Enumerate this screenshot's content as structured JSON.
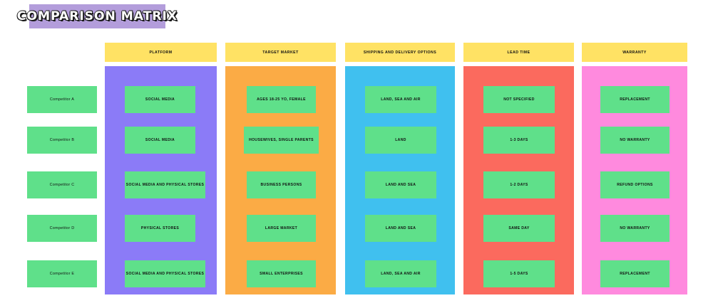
{
  "title": {
    "label": "COMPARISON MATRIX"
  },
  "colors": {
    "title_block": "#b39ddb",
    "header": "#ffe264",
    "cell": "#5fe08a",
    "column_platform": "#8b7bf7",
    "column_target_market": "#fbab45",
    "column_shipping": "#40c0ef",
    "column_lead_time": "#fb6a5e",
    "column_warranty": "#ff8ade",
    "page_background": "#ffffff"
  },
  "columns": [
    {
      "header": "PLATFORM",
      "band_color": "#8b7bf7"
    },
    {
      "header": "TARGET MARKET",
      "band_color": "#fbab45"
    },
    {
      "header": "SHIPPING AND DELIVERY OPTIONS",
      "band_color": "#40c0ef"
    },
    {
      "header": "LEAD TIME",
      "band_color": "#fb6a5e"
    },
    {
      "header": "WARRANTY",
      "band_color": "#ff8ade"
    }
  ],
  "rows": [
    {
      "label": "Competitor A",
      "platform": "SOCIAL MEDIA",
      "target_market": "AGES 18-25 YO, FEMALE",
      "shipping": "LAND, SEA AND AIR",
      "lead_time": "NOT SPECIFIED",
      "warranty": "REPLACEMENT"
    },
    {
      "label": "Competitor B",
      "platform": "SOCIAL MEDIA",
      "target_market": "HOUSEWIVES, SINGLE PARENTS",
      "shipping": "LAND",
      "lead_time": "1-3 DAYS",
      "warranty": "NO WARRANTY"
    },
    {
      "label": "Competitor C",
      "platform": "SOCIAL MEDIA AND PHYSICAL STORES",
      "target_market": "BUSINESS PERSONS",
      "shipping": "LAND AND SEA",
      "lead_time": "1-2 DAYS",
      "warranty": "REFUND OPTIONS"
    },
    {
      "label": "Competitor D",
      "platform": "PHYSICAL STORES",
      "target_market": "LARGE MARKET",
      "shipping": "LAND AND SEA",
      "lead_time": "SAME DAY",
      "warranty": "NO WARRANTY"
    },
    {
      "label": "Competitor E",
      "platform": "SOCIAL MEDIA AND PHYSICAL STORES",
      "target_market": "SMALL ENTERPRISES",
      "shipping": "LAND, SEA AND AIR",
      "lead_time": "1-5 DAYS",
      "warranty": "REPLACEMENT"
    }
  ]
}
